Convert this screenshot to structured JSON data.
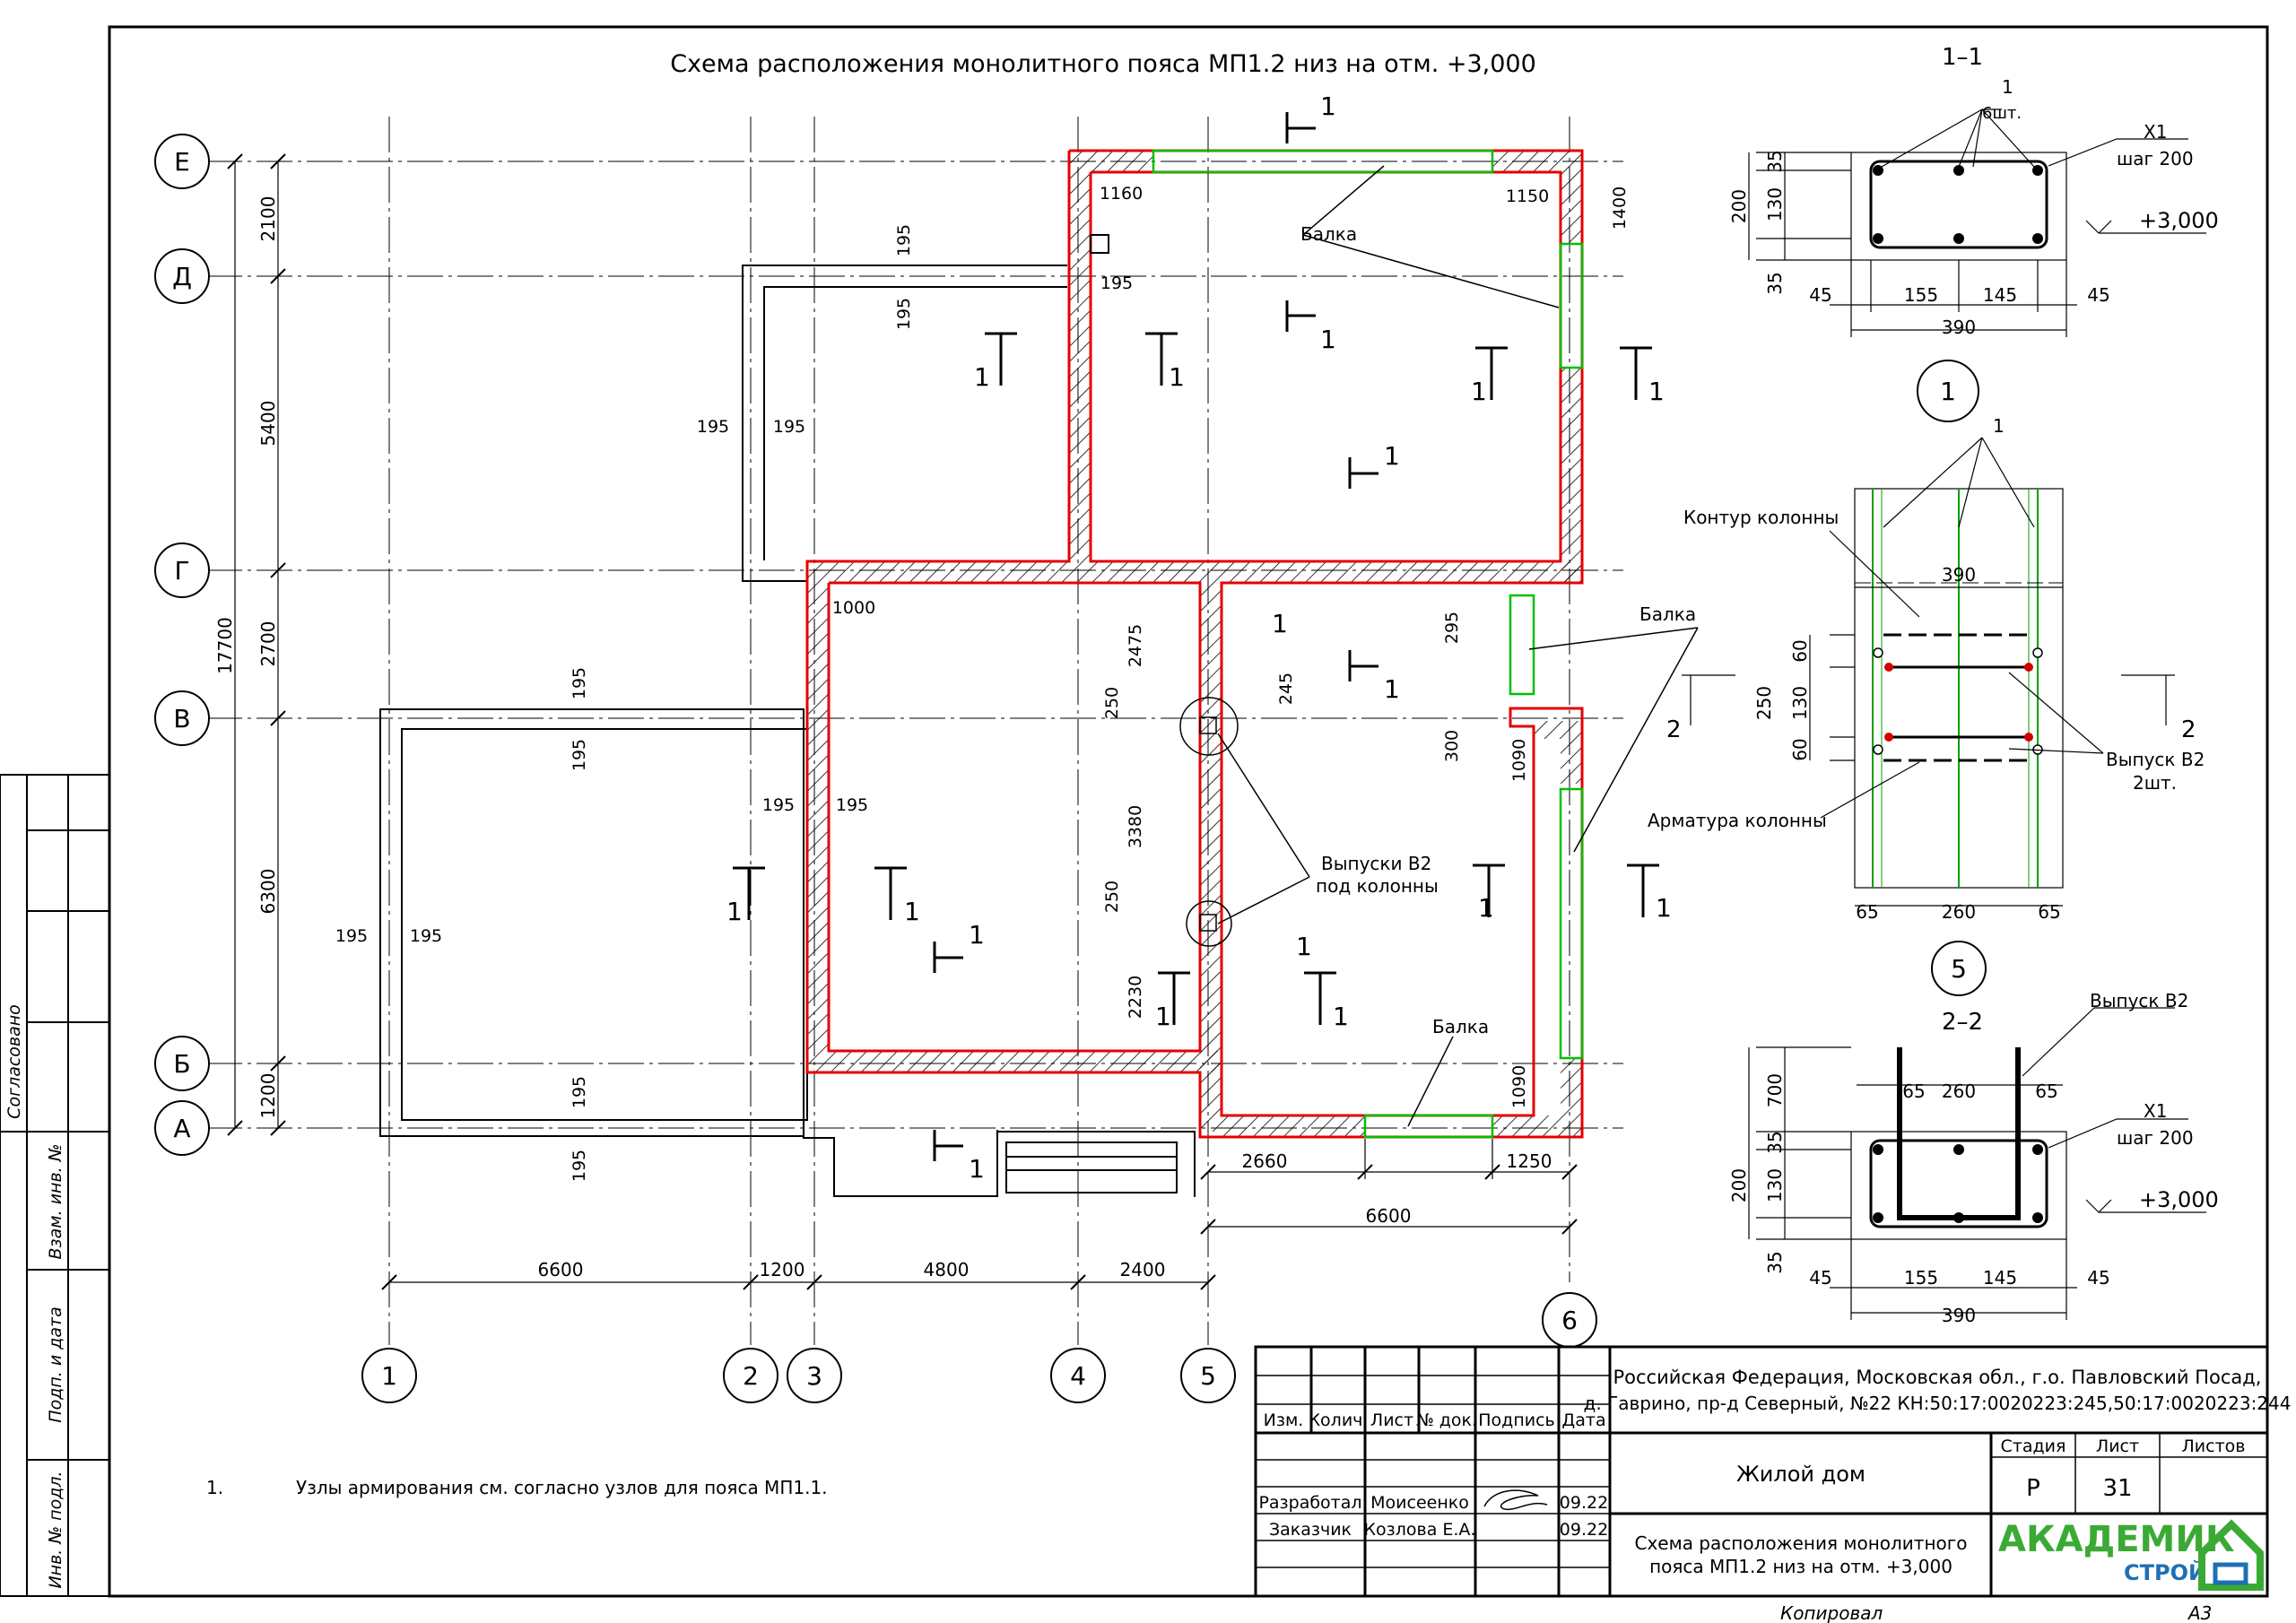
{
  "main_title": "Схема расположения монолитного пояса МП1.2 низ на отм. +3,000",
  "axes": {
    "rows": [
      "Е",
      "Д",
      "Г",
      "В",
      "Б",
      "А"
    ],
    "cols": [
      "1",
      "2",
      "3",
      "4",
      "5",
      "6"
    ],
    "col6": "6"
  },
  "dims": {
    "left_total": "17700",
    "left": [
      "2100",
      "5400",
      "2700",
      "6300",
      "1200"
    ],
    "bottom": [
      "6600",
      "1200",
      "4800",
      "2400"
    ],
    "right_bottom": [
      "2660",
      "1250",
      "6600"
    ],
    "inner": {
      "d1160": "1160",
      "d1150": "1150",
      "d1400": "1400",
      "d195a": "195",
      "d195b": "195",
      "d195c": "195",
      "d195d": "195",
      "d195e": "195",
      "d195f": "195",
      "d195g": "195",
      "d195h": "195",
      "d195i": "195",
      "d195j": "195",
      "d195k": "195",
      "d195l": "195",
      "d195m": "195",
      "d1000": "1000",
      "d2475": "2475",
      "d250a": "250",
      "d245": "245",
      "d3380": "3380",
      "d250b": "250",
      "d2230": "2230",
      "d295": "295",
      "d300": "300",
      "d1090a": "1090",
      "d1090b": "1090"
    }
  },
  "labels": {
    "balka1": "Балка",
    "balka2": "Балка",
    "balka3": "Балка",
    "vypuski": "Выпуски В2",
    "pod_kolonny": "под колонны",
    "sec1": "1",
    "secnum": "1"
  },
  "section_1_1": {
    "title": "1–1",
    "pos1": "1",
    "count": "6шт.",
    "x1": "Х1",
    "step": "шаг 200",
    "mark": "+3,000",
    "v": [
      "35",
      "130",
      "200",
      "35"
    ],
    "h": [
      "45",
      "155",
      "145",
      "45",
      "390"
    ]
  },
  "node_1": {
    "num": "1",
    "col": "5"
  },
  "plan_detail": {
    "pos1": "1",
    "kontur": "Контур колонны",
    "d390": "390",
    "d60a": "60",
    "d130": "130",
    "d250": "250",
    "d60b": "60",
    "vypusk": "Выпуск В2",
    "vypusk_cnt": "2шт.",
    "armatura": "Арматура колонны",
    "h": [
      "65",
      "260",
      "65"
    ],
    "cut": "2"
  },
  "section_2_2": {
    "title": "2–2",
    "vypusk": "Выпуск В2",
    "x1": "Х1",
    "step": "шаг 200",
    "mark": "+3,000",
    "top": [
      "65",
      "260",
      "65"
    ],
    "v": [
      "700",
      "35",
      "130",
      "200",
      "35"
    ],
    "h": [
      "45",
      "155",
      "145",
      "45",
      "390"
    ]
  },
  "note": {
    "num": "1.",
    "text": "Узлы армирования см. согласно узлов для пояса МП1.1."
  },
  "side_stamp": {
    "agreed": "Согласовано",
    "vzam": "Взам. инв. №",
    "podp": "Подп. и дата",
    "inv": "Инв. № подл."
  },
  "title_block": {
    "hdr": [
      "Изм.",
      "Колич.",
      "Лист",
      "№ док.",
      "Подпись",
      "Дата"
    ],
    "address1": "Российская Федерация, Московская обл., г.о. Павловский Посад,",
    "address2": "д. Гаврино, пр-д Северный, №22 КН:50:17:0020223:245,50:17:0020223:244",
    "object": "Жилой дом",
    "stage_h": "Стадия",
    "sheet_h": "Лист",
    "sheets_h": "Листов",
    "stage": "Р",
    "sheet": "31",
    "sheets": "",
    "role1": "Разработал",
    "name1": "Моисеенко",
    "date1": "09.22",
    "role2": "Заказчик",
    "name2": "Козлова Е.А.",
    "date2": "09.22",
    "drawing1": "Схема расположения монолитного",
    "drawing2": "пояса МП1.2 низ на отм. +3,000",
    "logo1": "АКАДЕМИК",
    "logo2": "СТРОЙ",
    "copied": "Копировал",
    "format": "А3"
  },
  "colors": {
    "wall_outline": "#e60000",
    "beam": "#00c000",
    "logo_green": "#3aaa35",
    "logo_blue": "#1f6fb5",
    "rebar_red": "#d40000"
  }
}
